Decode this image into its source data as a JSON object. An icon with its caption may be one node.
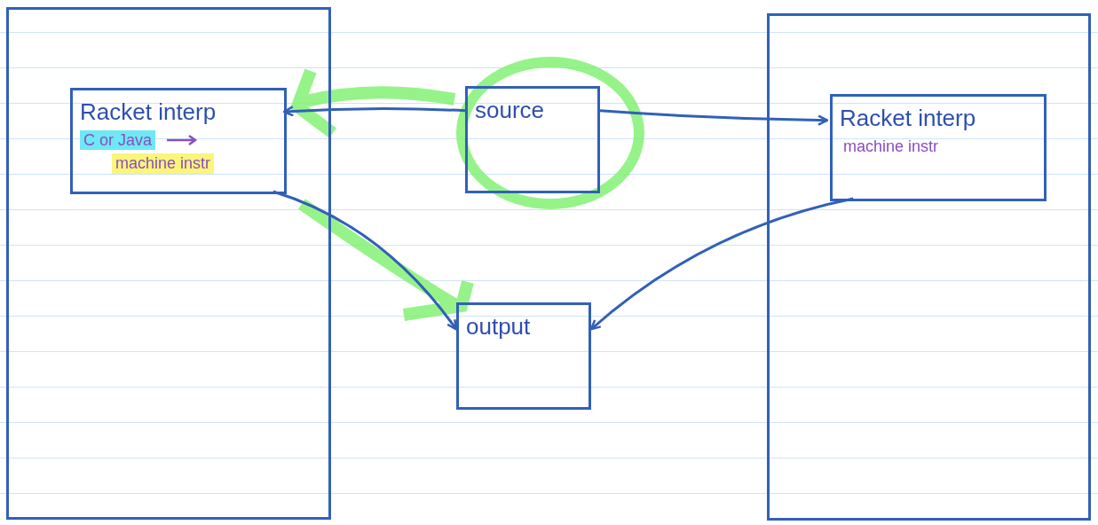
{
  "diagram": {
    "nodes": [
      {
        "text": [],
        "shape": "box"
      },
      {
        "text": [
          "Racket interp",
          "C or Java",
          "machine instr"
        ],
        "in": 0
      },
      {
        "text": [
          "source"
        ]
      },
      {
        "text": [],
        "shape": "box"
      },
      {
        "text": [
          "Racket interp",
          "machine instr"
        ],
        "in": 3
      },
      {
        "text": [
          "output"
        ]
      }
    ],
    "edges": [
      {
        "from": 2,
        "to": 1,
        "arrow": "to"
      },
      {
        "from": 2,
        "to": 4,
        "arrow": "to"
      },
      {
        "from": 1,
        "to": 5,
        "arrow": "to"
      },
      {
        "from": 4,
        "to": 5,
        "arrow": "to"
      }
    ]
  }
}
